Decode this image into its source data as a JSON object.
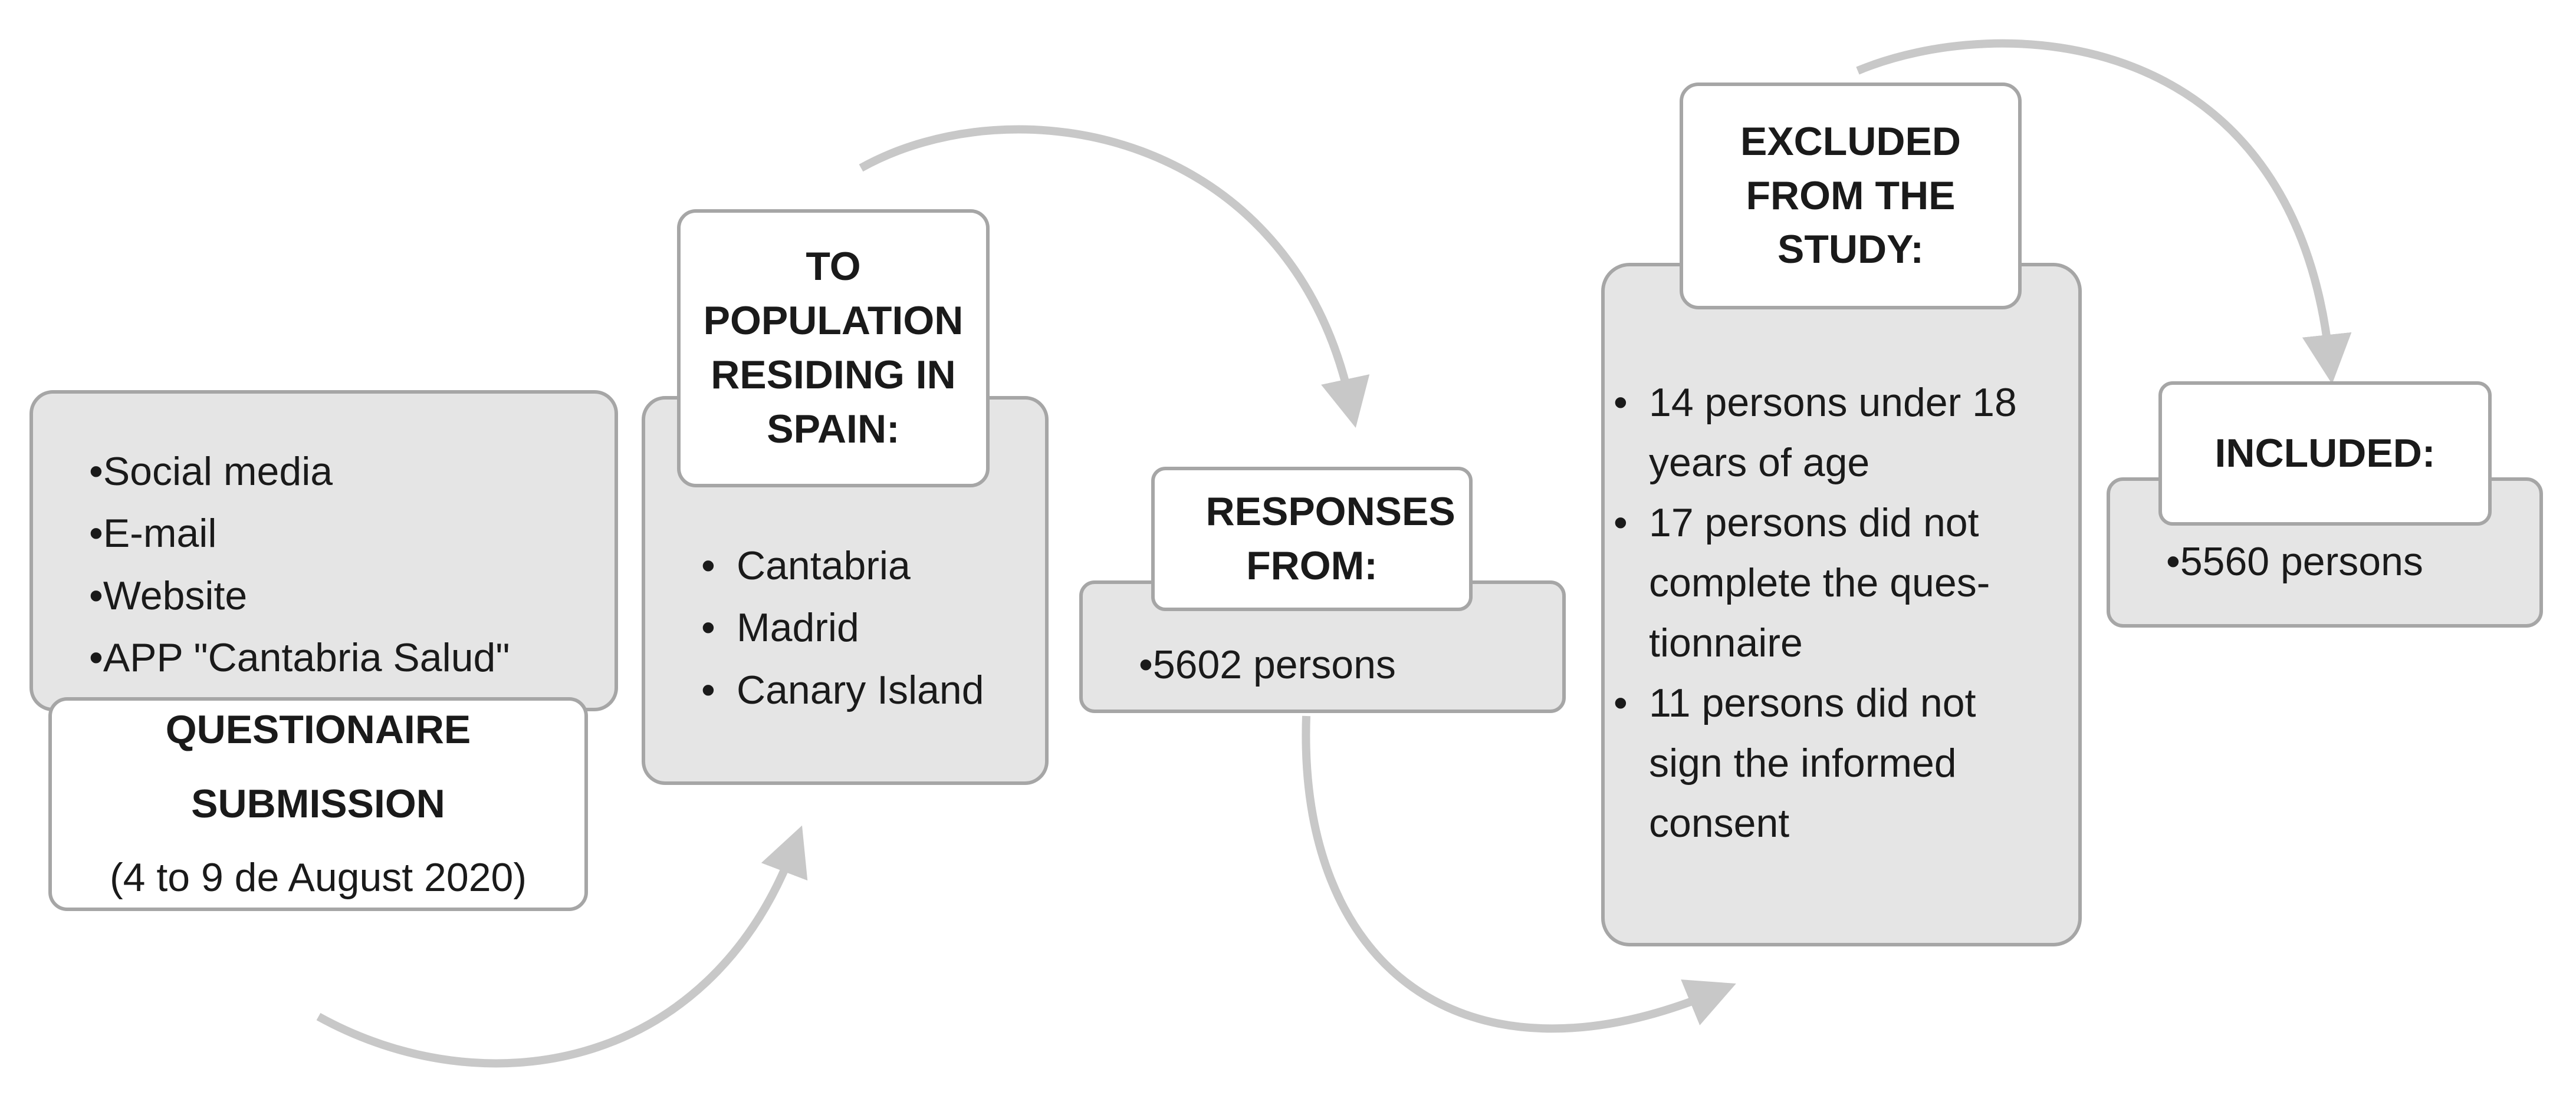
{
  "colors": {
    "box_fill": "#e5e5e5",
    "box_border": "#a6a6a6",
    "arrow": "#c8c8c8",
    "label_fill": "#ffffff"
  },
  "submission": {
    "channels": [
      "Social media",
      "E-mail",
      "Website",
      "APP \"Cantabria Salud\""
    ],
    "title_line1": "QUESTIONAIRE",
    "title_line2": "SUBMISSION",
    "dates": "(4 to 9 de August 2020)"
  },
  "population": {
    "title": "TO POPULATION RESIDING IN SPAIN:",
    "regions": [
      "Cantabria",
      "Madrid",
      "Canary Island"
    ]
  },
  "responses": {
    "title": "RESPONSES FROM:",
    "count": "5602  persons"
  },
  "excluded": {
    "title": "EXCLUDED FROM THE STUDY:",
    "reasons": [
      "14 persons under 18 years of age",
      "17 persons did not complete the ques- tionnaire",
      "11 persons did not sign the informed consent"
    ]
  },
  "included": {
    "title": "INCLUDED:",
    "count": "5560 persons"
  }
}
